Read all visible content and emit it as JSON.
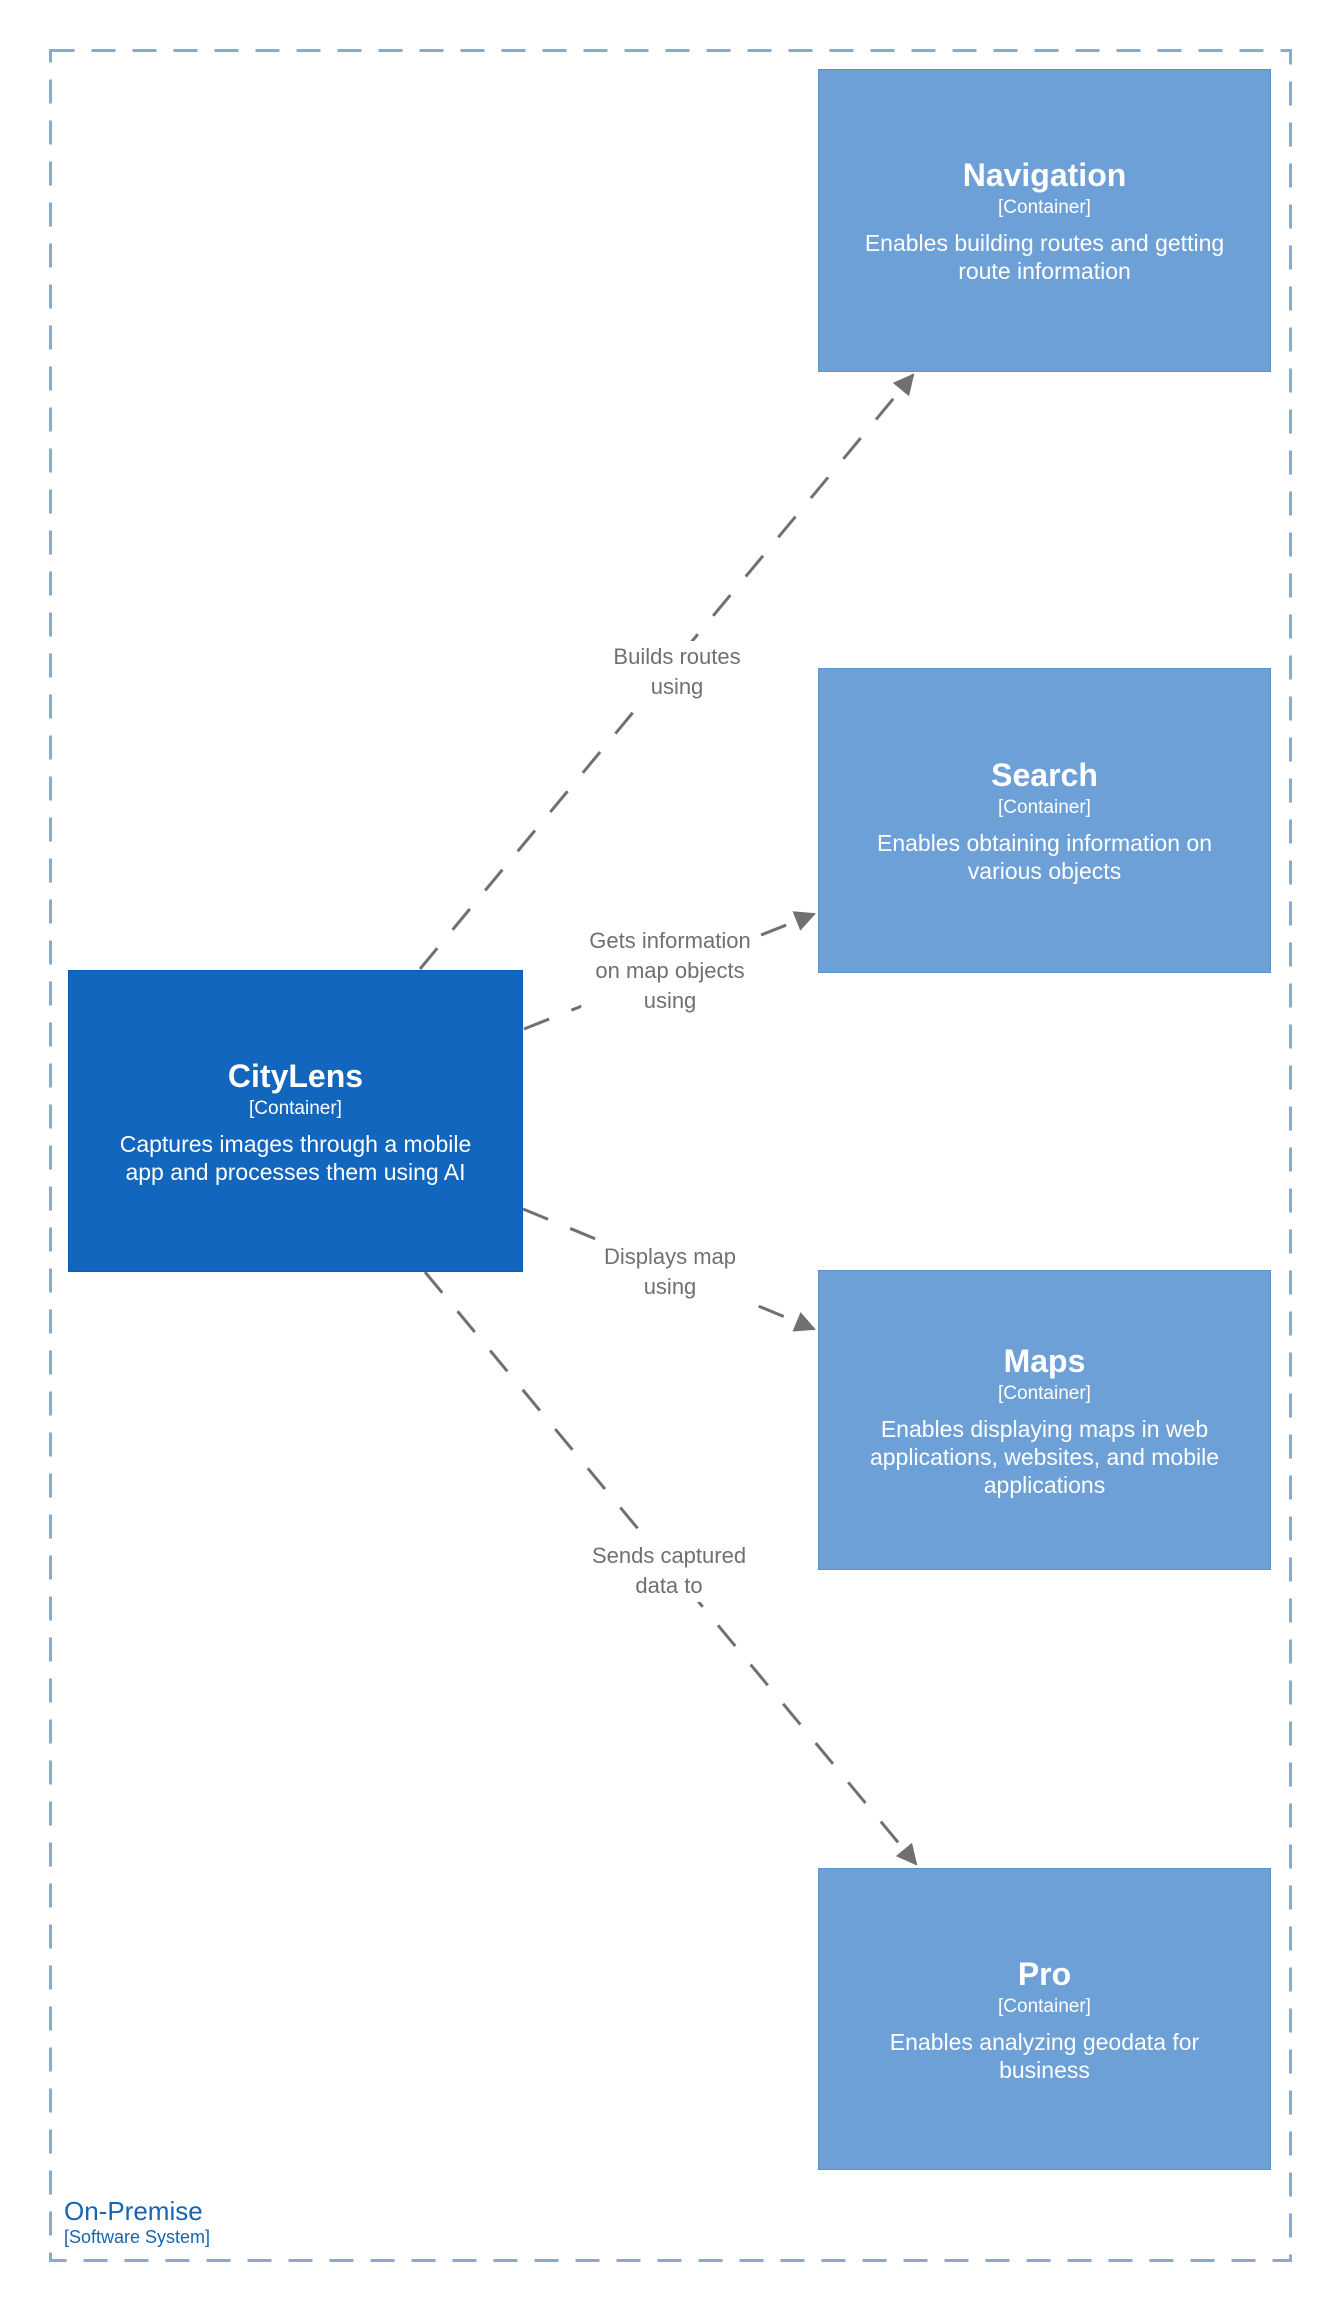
{
  "boundary": {
    "name": "On-Premise",
    "type": "[Software System]"
  },
  "nodes": {
    "citylens": {
      "title": "CityLens",
      "tag": "[Container]",
      "description_lines": [
        "Captures images through a mobile",
        "app and processes them using AI"
      ]
    },
    "navigation": {
      "title": "Navigation",
      "tag": "[Container]",
      "description_lines": [
        "Enables building routes and getting",
        "route information"
      ]
    },
    "search": {
      "title": "Search",
      "tag": "[Container]",
      "description_lines": [
        "Enables obtaining information on",
        "various objects"
      ]
    },
    "maps": {
      "title": "Maps",
      "tag": "[Container]",
      "description_lines": [
        "Enables displaying maps in web",
        "applications, websites, and mobile",
        "applications"
      ]
    },
    "pro": {
      "title": "Pro",
      "tag": "[Container]",
      "description_lines": [
        "Enables analyzing geodata for",
        "business"
      ]
    }
  },
  "edges": {
    "builds_routes": {
      "lines": [
        "Builds routes",
        "using"
      ]
    },
    "gets_info": {
      "lines": [
        "Gets information",
        "on map objects",
        "using"
      ]
    },
    "displays_map": {
      "lines": [
        "Displays map",
        "using"
      ]
    },
    "sends_data": {
      "lines": [
        "Sends captured",
        "data to"
      ]
    }
  },
  "colors": {
    "light_fill": "#6DA0D7",
    "light_border": "#5D93CB",
    "primary_fill": "#1266BD",
    "primary_border": "#0E5BAD",
    "edge": "#707070",
    "boundary": "#87A9D2",
    "boundary_text": "#1765B0"
  }
}
